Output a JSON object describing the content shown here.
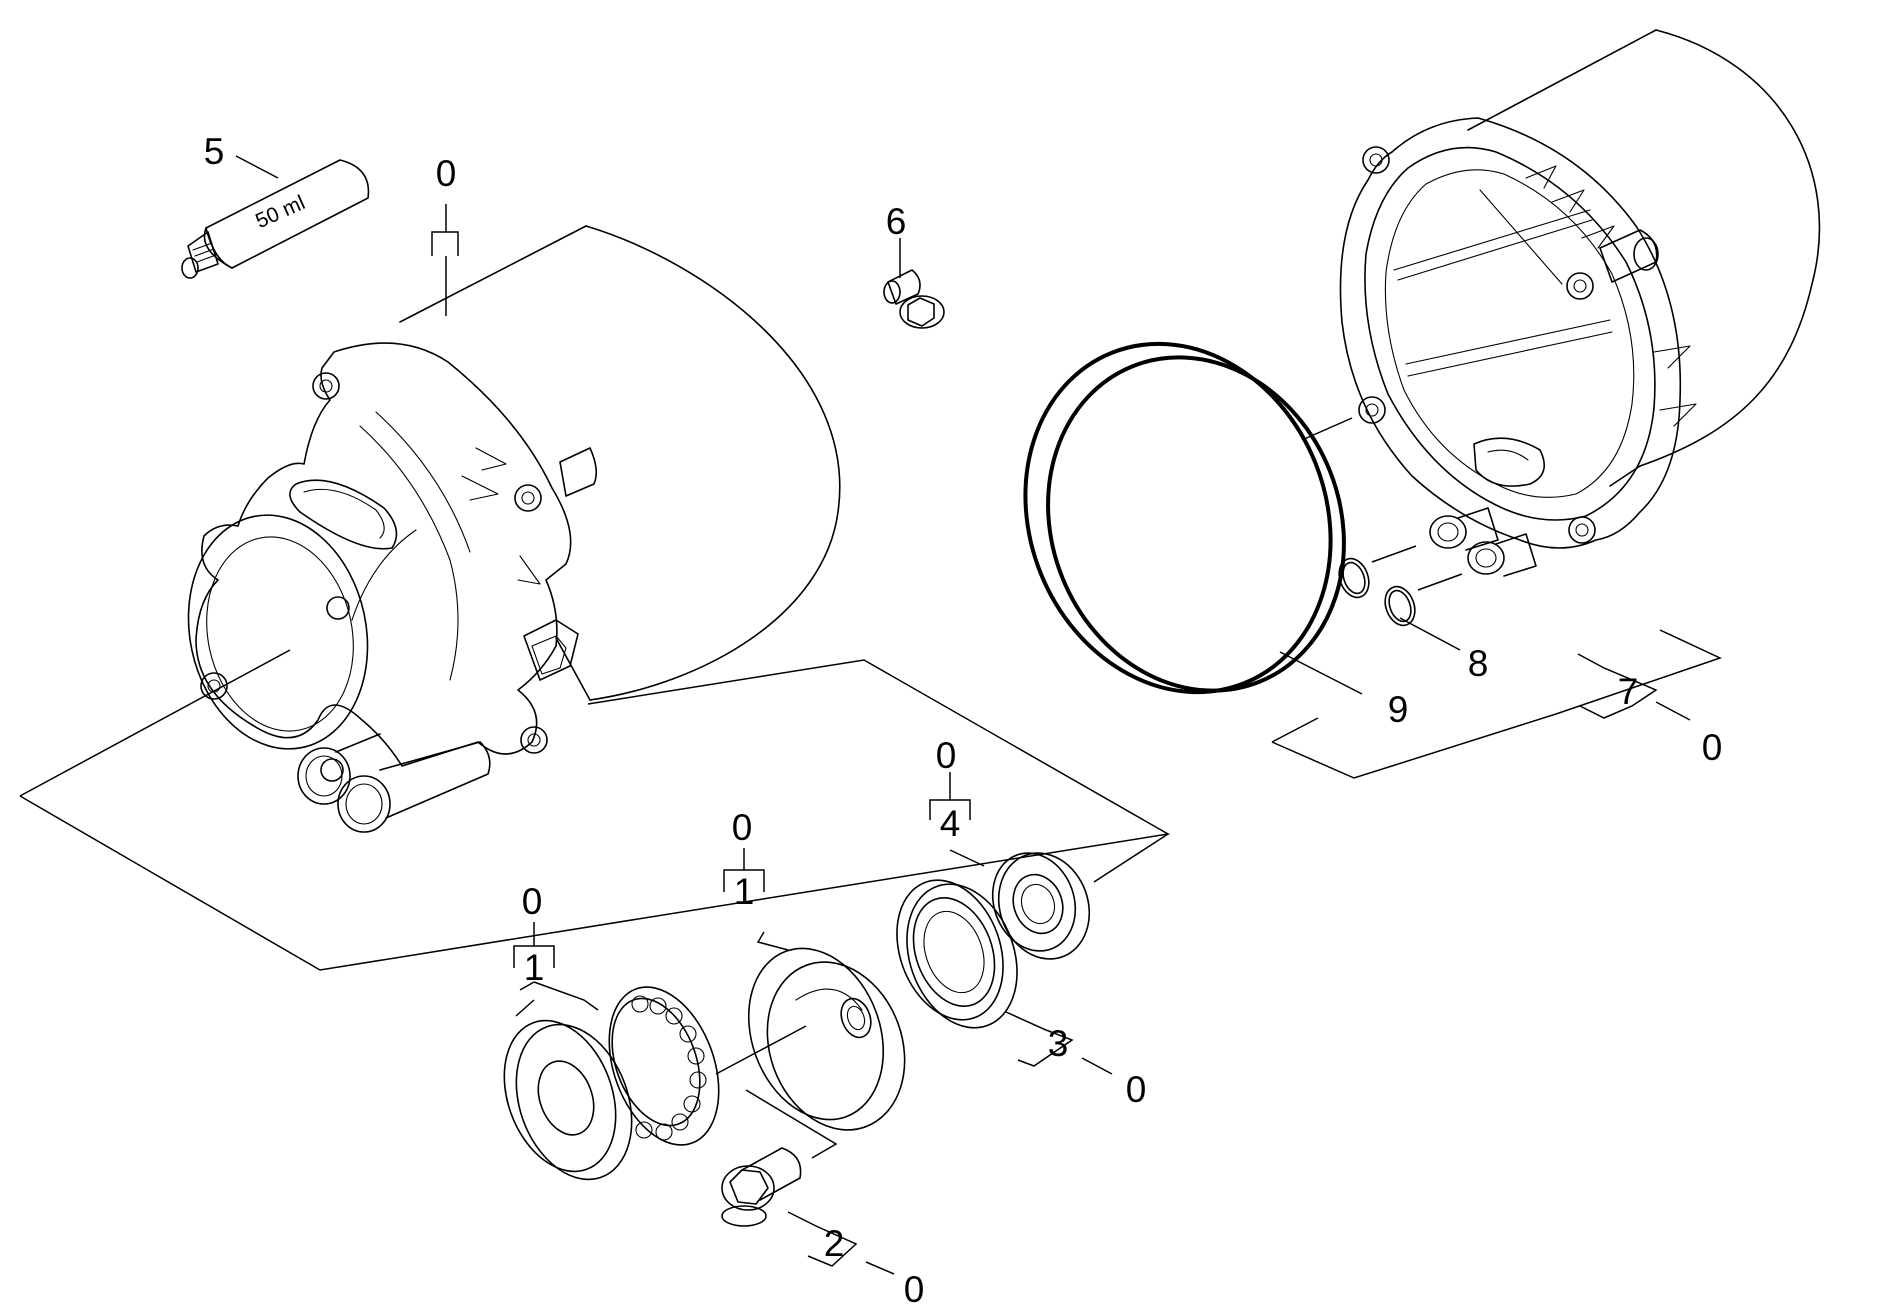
{
  "callouts": {
    "c5": "5",
    "c0_housing": "0",
    "c6": "6",
    "c9": "9",
    "c8": "8",
    "c7": "7",
    "c0_kit7": "0",
    "c0_kit4": "0",
    "c4": "4",
    "c0_kit1a": "0",
    "c1a": "1",
    "c0_kit1b": "0",
    "c1b": "1",
    "c3": "3",
    "c0_kit3": "0",
    "c2": "2",
    "c0_kit2": "0"
  },
  "grease_tube_label": "50 ml"
}
